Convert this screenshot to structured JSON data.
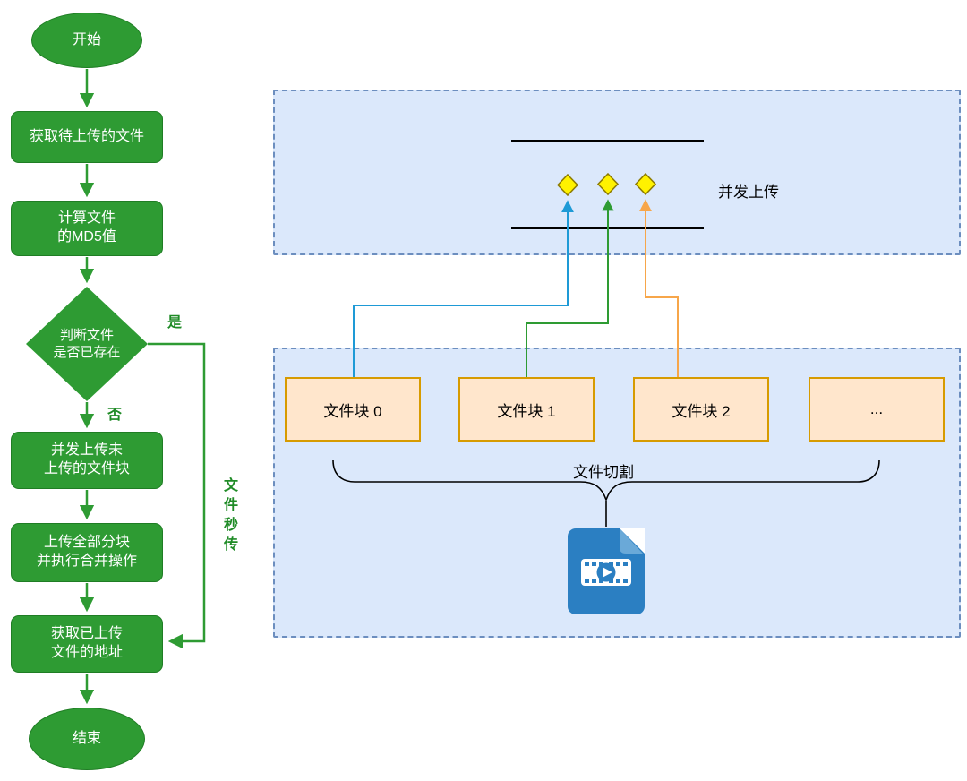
{
  "flowchart": {
    "start": "开始",
    "get_file": "获取待上传的文件",
    "calc_md5": "计算文件\n的MD5值",
    "check_exists": "判断文件\n是否已存在",
    "yes_label": "是",
    "no_label": "否",
    "upload_chunks": "并发上传未\n上传的文件块",
    "merge_chunks": "上传全部分块\n并执行合并操作",
    "get_url": "获取已上传\n文件的地址",
    "end": "结束",
    "instant_label": "文件秒传"
  },
  "upload_panel": {
    "concurrent_label": "并发上传"
  },
  "split_panel": {
    "blocks": [
      "文件块 0",
      "文件块 1",
      "文件块 2",
      "..."
    ],
    "split_label": "文件切割"
  },
  "icons": {
    "video_file_icon": "blue-file-with-filmstrip-play",
    "upload_marker_icon": "yellow-diamond"
  },
  "colors": {
    "flow_green": "#2e9b33",
    "panel_fill": "#dbe8fb",
    "panel_border": "#6c8ebf",
    "block_fill": "#ffe6cc",
    "block_border": "#d79b00",
    "arrow_blue": "#1e9ad6",
    "arrow_green": "#2e9b33",
    "arrow_orange": "#f7a64a",
    "marker_yellow": "#fff200",
    "file_icon_blue": "#2b7fc2"
  }
}
